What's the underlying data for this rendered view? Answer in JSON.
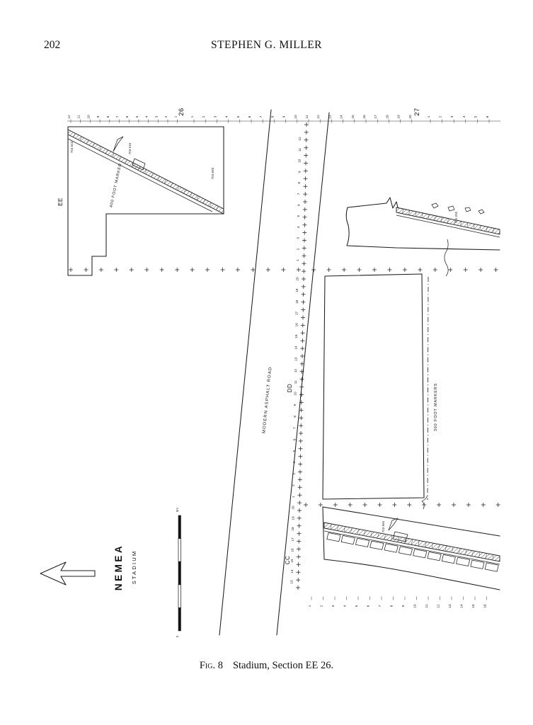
{
  "page": {
    "number": "202",
    "header": "STEPHEN G. MILLER",
    "caption": {
      "label": "Fig. 8",
      "text": "Stadium, Section EE 26."
    }
  },
  "figure": {
    "grid": {
      "col_26": "26",
      "col_27": "27",
      "row_ee": "EE",
      "row_dd": "DD",
      "row_cc": "CC"
    },
    "labels": {
      "road": "MODERN ASPHALT ROAD",
      "marker_400": "400 FOOT MARKER",
      "marker_300": "300 FOOT MARKERS",
      "site": "NEMEA",
      "site_sub": "STADIUM"
    },
    "elevations": {
      "e1": "703.543",
      "e2": "703.516",
      "e3": "703.693",
      "e4": "704.200",
      "e5": "703.994"
    },
    "scale": {
      "top": "5m",
      "bottom": "0"
    },
    "top_ruler": {
      "left": [
        "12",
        "11",
        "10",
        "9",
        "8",
        "7",
        "6",
        "5",
        "4",
        "3",
        "2",
        "1"
      ],
      "mid": [
        "1",
        "2",
        "3",
        "4",
        "5",
        "6",
        "7",
        "8",
        "9",
        "10",
        "11",
        "12",
        "13",
        "14",
        "15",
        "16",
        "17",
        "18",
        "19",
        "20"
      ],
      "right": [
        "1",
        "2",
        "3",
        "4",
        "5",
        "6"
      ]
    },
    "bottom_ruler": [
      "1",
      "2",
      "3",
      "4",
      "5",
      "6",
      "7",
      "8",
      "9",
      "10",
      "11",
      "12",
      "13",
      "14",
      "15",
      "16"
    ],
    "column_numbers": {
      "upper": [
        "12",
        "11",
        "10",
        "9",
        "8",
        "7",
        "6",
        "5",
        "4",
        "3",
        "2",
        "1"
      ],
      "mid": [
        "20",
        "19",
        "18",
        "17",
        "16",
        "15",
        "14",
        "13",
        "12",
        "11",
        "10",
        "9",
        "8",
        "7",
        "6",
        "5",
        "4",
        "3",
        "2",
        "1"
      ],
      "lower": [
        "20",
        "19",
        "18",
        "17",
        "16",
        "15",
        "14",
        "13"
      ]
    }
  }
}
